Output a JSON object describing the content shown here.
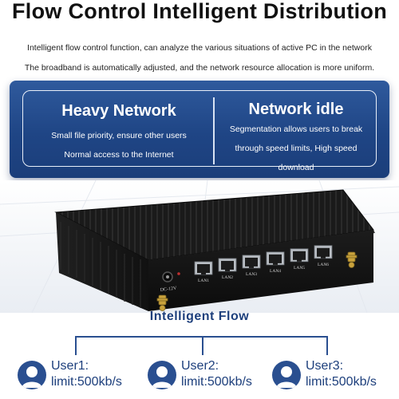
{
  "header": {
    "title": "Flow Control Intelligent Distribution",
    "line1": "Intelligent flow control function, can analyze the various situations of active PC in the network",
    "line2": "The broadband is automatically adjusted, and the network resource allocation is more uniform."
  },
  "banner": {
    "left": {
      "title": "Heavy Network",
      "lines": [
        "Small file priority, ensure other users",
        "Normal access to the Internet"
      ]
    },
    "right": {
      "title": "Network idle",
      "lines": [
        "Segmentation allows users to break",
        "through speed limits, High speed",
        "download"
      ]
    }
  },
  "device": {
    "power_label": "DC-12V",
    "ports": [
      "LAN1",
      "LAN2",
      "LAN3",
      "LAN4",
      "LAN5",
      "LAN6"
    ]
  },
  "flow": {
    "title": "Intelligent Flow",
    "users": [
      {
        "name": "User1:",
        "limit": "limit:500kb/s"
      },
      {
        "name": "User2:",
        "limit": "limit:500kb/s"
      },
      {
        "name": "User3:",
        "limit": "limit:500kb/s"
      }
    ]
  },
  "colors": {
    "banner_blue": "#1f4585",
    "flow_blue": "#1d3f7c",
    "device_black": "#141414"
  }
}
